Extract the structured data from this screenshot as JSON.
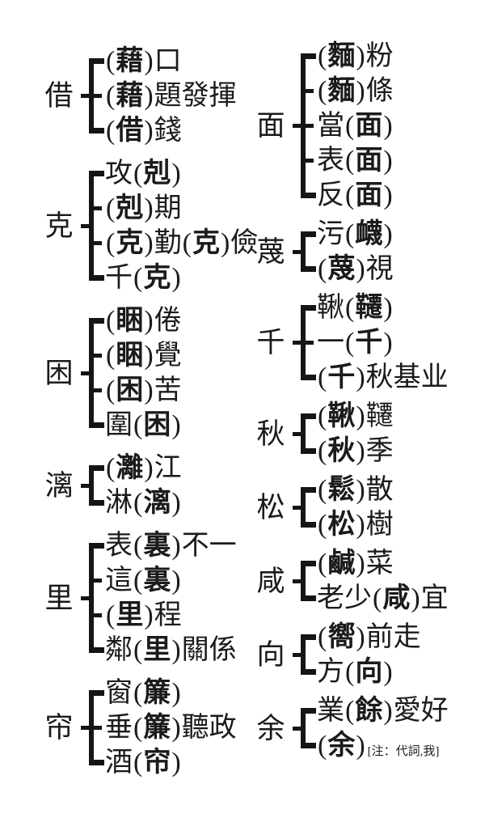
{
  "page": {
    "description": "Simplified-to-traditional Chinese character usage chart",
    "background_color": "#ffffff",
    "ink_color": "#151515"
  },
  "columns": [
    {
      "groups": [
        {
          "label": "借",
          "items": [
            {
              "text": "(藉)口"
            },
            {
              "text": "(藉)題發揮"
            },
            {
              "text": "(借)錢"
            }
          ]
        },
        {
          "label": "克",
          "items": [
            {
              "text": "攻(剋)"
            },
            {
              "text": "(剋)期"
            },
            {
              "text": "(克)勤(克)儉"
            },
            {
              "text": "千(克)"
            }
          ]
        },
        {
          "label": "困",
          "items": [
            {
              "text": "(睏)倦"
            },
            {
              "text": "(睏)覺"
            },
            {
              "text": "(困)苦"
            },
            {
              "text": "圍(困)"
            }
          ]
        },
        {
          "label": "漓",
          "items": [
            {
              "text": "(灕)江"
            },
            {
              "text": "淋(漓)"
            }
          ]
        },
        {
          "label": "里",
          "items": [
            {
              "text": "表(裏)不一"
            },
            {
              "text": "這(裏)"
            },
            {
              "text": "(里)程"
            },
            {
              "text": "鄰(里)關係"
            }
          ]
        },
        {
          "label": "帘",
          "items": [
            {
              "text": "窗(簾)"
            },
            {
              "text": "垂(簾)聽政"
            },
            {
              "text": "酒(帘)"
            }
          ]
        }
      ]
    },
    {
      "groups": [
        {
          "label": "面",
          "items": [
            {
              "text": "(麵)粉"
            },
            {
              "text": "(麵)條"
            },
            {
              "text": "當(面)"
            },
            {
              "text": "表(面)"
            },
            {
              "text": "反(面)"
            }
          ]
        },
        {
          "label": "蔑",
          "items": [
            {
              "text": "污(衊)"
            },
            {
              "text": "(蔑)視"
            }
          ]
        },
        {
          "label": "千",
          "items": [
            {
              "text": "鞦(韆)"
            },
            {
              "text": "一(千)"
            },
            {
              "text": "(千)秋基业"
            }
          ]
        },
        {
          "label": "秋",
          "items": [
            {
              "text": "(鞦)韆"
            },
            {
              "text": "(秋)季"
            }
          ]
        },
        {
          "label": "松",
          "items": [
            {
              "text": "(鬆)散"
            },
            {
              "text": "(松)樹"
            }
          ]
        },
        {
          "label": "咸",
          "items": [
            {
              "text": "(鹹)菜"
            },
            {
              "text": "老少(咸)宜"
            }
          ]
        },
        {
          "label": "向",
          "items": [
            {
              "text": "(嚮)前走"
            },
            {
              "text": "方(向)"
            }
          ]
        },
        {
          "label": "余",
          "items": [
            {
              "text": "業(餘)愛好"
            },
            {
              "text": "(余)",
              "note": "[注：代詞,我]"
            }
          ]
        }
      ]
    }
  ]
}
